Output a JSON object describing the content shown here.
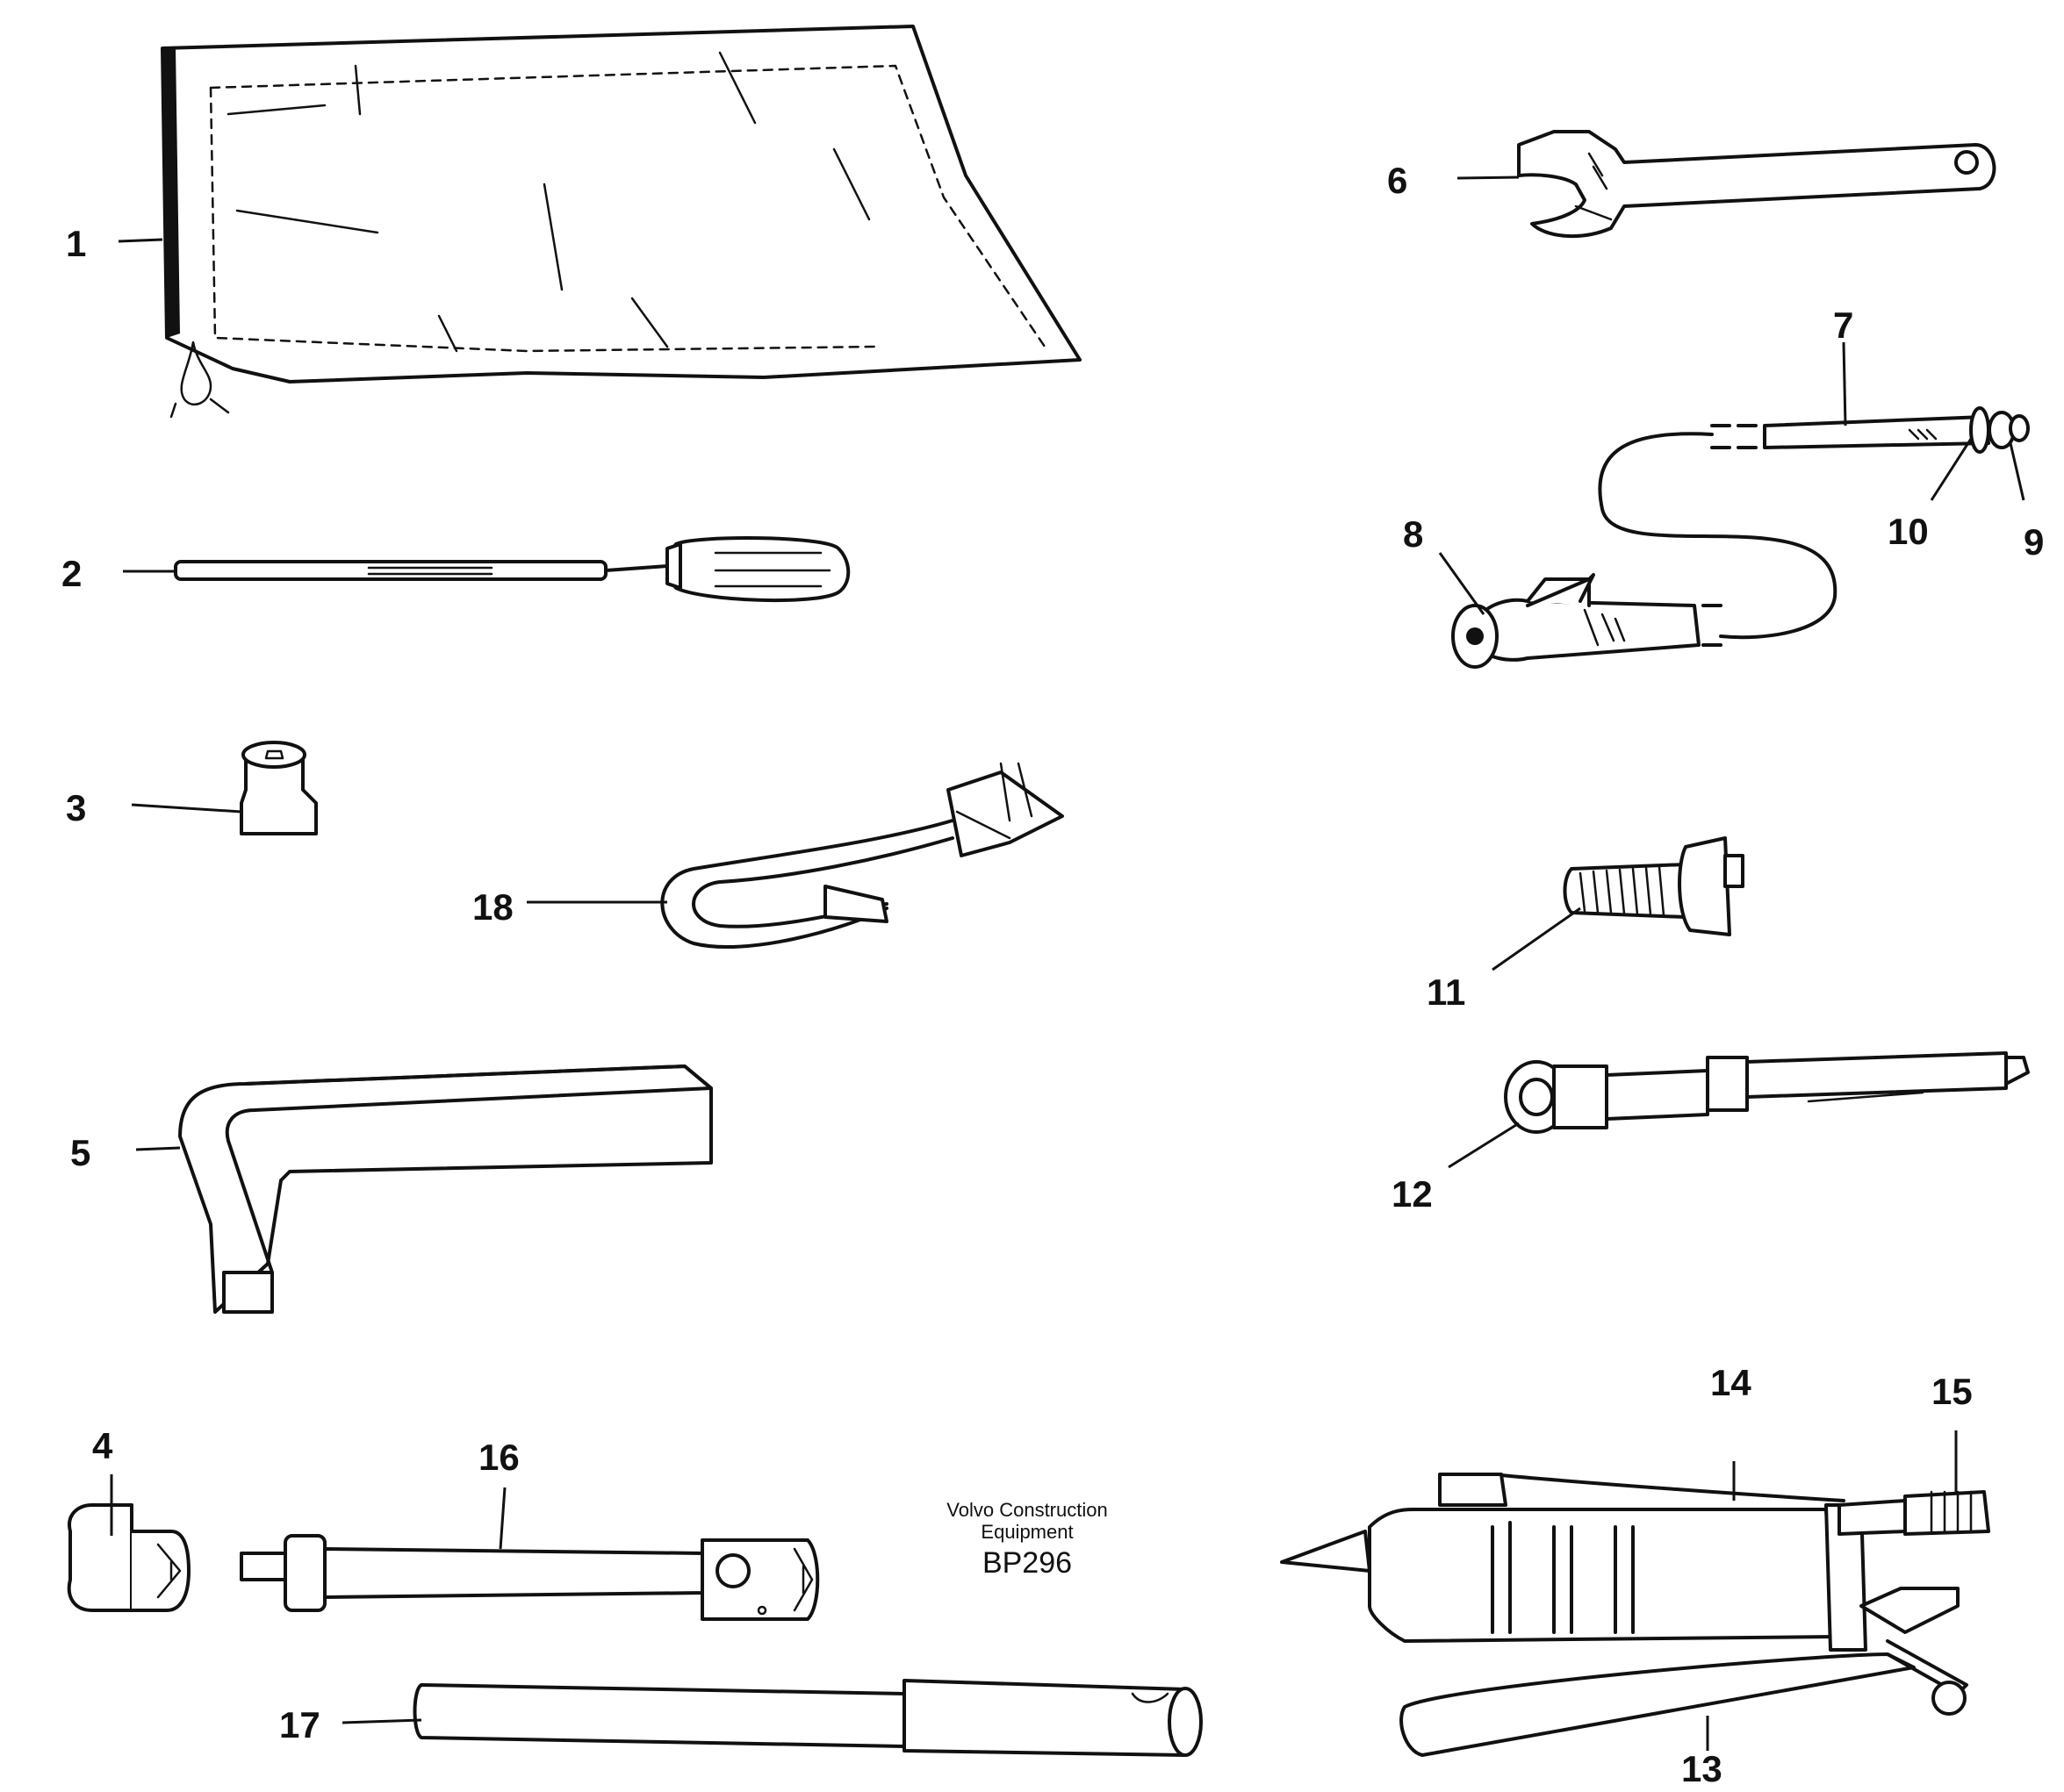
{
  "caption": {
    "line1": "Volvo Construction",
    "line2": "Equipment",
    "code": "BP296"
  },
  "callouts": {
    "c1": "1",
    "c2": "2",
    "c3": "3",
    "c4": "4",
    "c5": "5",
    "c6": "6",
    "c7": "7",
    "c8": "8",
    "c9": "9",
    "c10": "10",
    "c11": "11",
    "c12": "12",
    "c13": "13",
    "c14": "14",
    "c15": "15",
    "c16": "16",
    "c17": "17",
    "c18": "18"
  }
}
